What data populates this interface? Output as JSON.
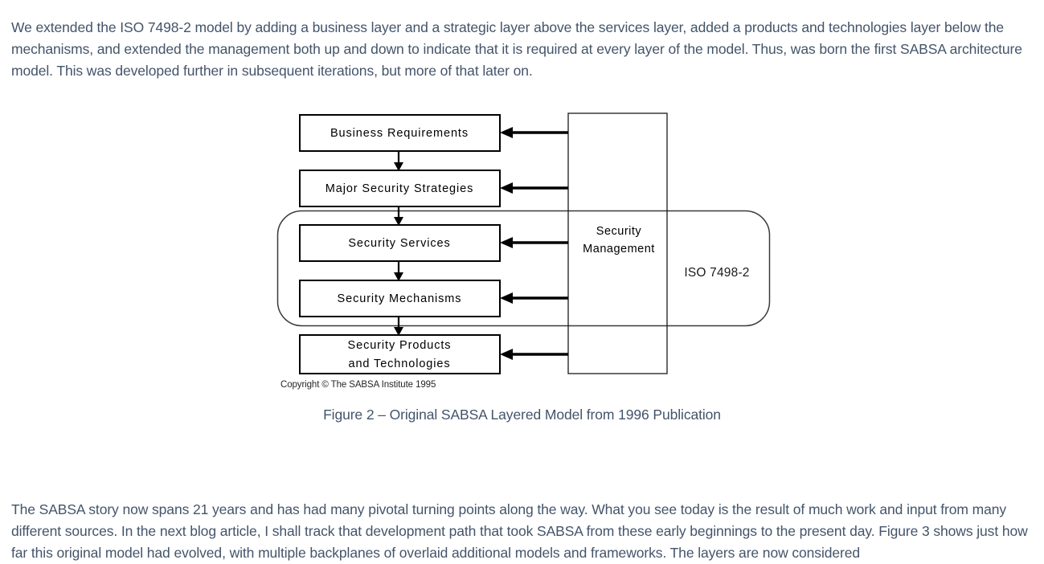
{
  "colors": {
    "text": "#44546a",
    "diagram_stroke": "#000000",
    "background": "#ffffff"
  },
  "paragraphs": {
    "top": "We extended the ISO 7498-2 model by adding a business layer and a strategic layer above the services layer, added a products and technologies layer below the mechanisms, and extended the management both up and down to indicate that it is required at every layer of the model. Thus, was born the first SABSA architecture model. This was developed further in subsequent iterations, but more of that later on.",
    "bottom": "The SABSA story now spans 21 years and has had many pivotal turning points along the way. What you see today is the result of much work and input from many different sources. In the next blog article, I shall track that development path that took SABSA from these early beginnings to the present day. Figure 3 shows just how far this original model had evolved, with multiple backplanes of overlaid additional models and frameworks. The layers are now considered"
  },
  "figure": {
    "caption": "Figure 2 – Original SABSA Layered Model from 1996 Publication",
    "copyright": "Copyright © The SABSA Institute 1995",
    "layers": [
      {
        "id": "business-requirements",
        "label": "Business Requirements"
      },
      {
        "id": "major-security-strategies",
        "label": "Major Security Strategies"
      },
      {
        "id": "security-services",
        "label": "Security Services"
      },
      {
        "id": "security-mechanisms",
        "label": "Security Mechanisms"
      },
      {
        "id": "security-products-and-technologies",
        "label_line1": "Security Products",
        "label_line2": "and Technologies"
      }
    ],
    "management": {
      "label_line1": "Security",
      "label_line2": "Management"
    },
    "scope": {
      "label": "ISO 7498-2"
    }
  }
}
